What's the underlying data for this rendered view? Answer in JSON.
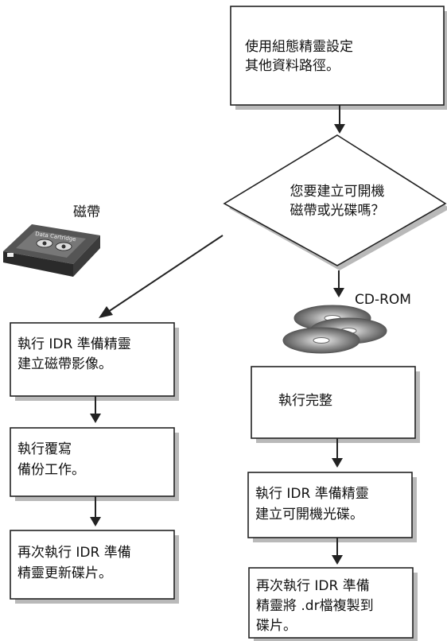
{
  "diagram": {
    "box_configure": [
      "使用組態精靈設定",
      "其他資料路徑。"
    ],
    "decision": [
      "您要建立可開機",
      "磁帶或光碟嗎？"
    ],
    "tape_label": "磁帶",
    "tape_cartridge_text": "Data Cartridge",
    "cdrom_label": "CD-ROM",
    "tape_box1": [
      "執行 IDR 準備精靈",
      "建立磁帶影像。"
    ],
    "tape_box2": [
      "執行覆寫",
      "備份工作。"
    ],
    "tape_box3": [
      "再次執行 IDR 準備",
      "精靈更新碟片。"
    ],
    "cd_box1": [
      "執行完整"
    ],
    "cd_box2": [
      "執行 IDR 準備精靈",
      "建立可開機光碟。"
    ],
    "cd_box3": [
      "再次執行 IDR 準備",
      "精靈將 .dr檔複製到",
      "碟片。"
    ]
  }
}
